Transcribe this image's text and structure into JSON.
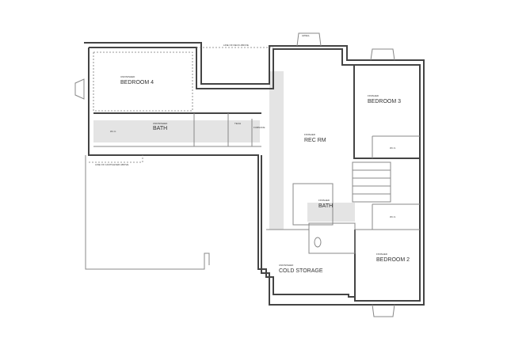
{
  "rooms": {
    "bedroom4": {
      "status": "UNFINISHED",
      "name": "BEDROOM 4"
    },
    "bath_unf": {
      "status": "UNFINISHED",
      "name": "BATH"
    },
    "wic_left": {
      "name": "W.I.C."
    },
    "tech": {
      "name": "TECH"
    },
    "furnace": {
      "name": "FURNACE"
    },
    "rec": {
      "status": "FINISHED",
      "name": "REC RM"
    },
    "bedroom3": {
      "status": "FINISHED",
      "name": "BEDROOM 3"
    },
    "wic_b3": {
      "name": "W.I.C."
    },
    "bath_fin": {
      "status": "FINISHED",
      "name": "BATH"
    },
    "wic_b2": {
      "name": "W.I.C."
    },
    "bedroom2": {
      "status": "FINISHED",
      "name": "BEDROOM 2"
    },
    "cold": {
      "status": "UNFINISHED",
      "name": "COLD STORAGE"
    }
  },
  "notes": {
    "deck": "LINE OF DECK ABOVE",
    "cantilever": "LINE OF CANTILEVER ABOVE",
    "awell": "AWELL"
  },
  "colors": {
    "wall": "#444444",
    "shade": "#e4e4e4"
  }
}
